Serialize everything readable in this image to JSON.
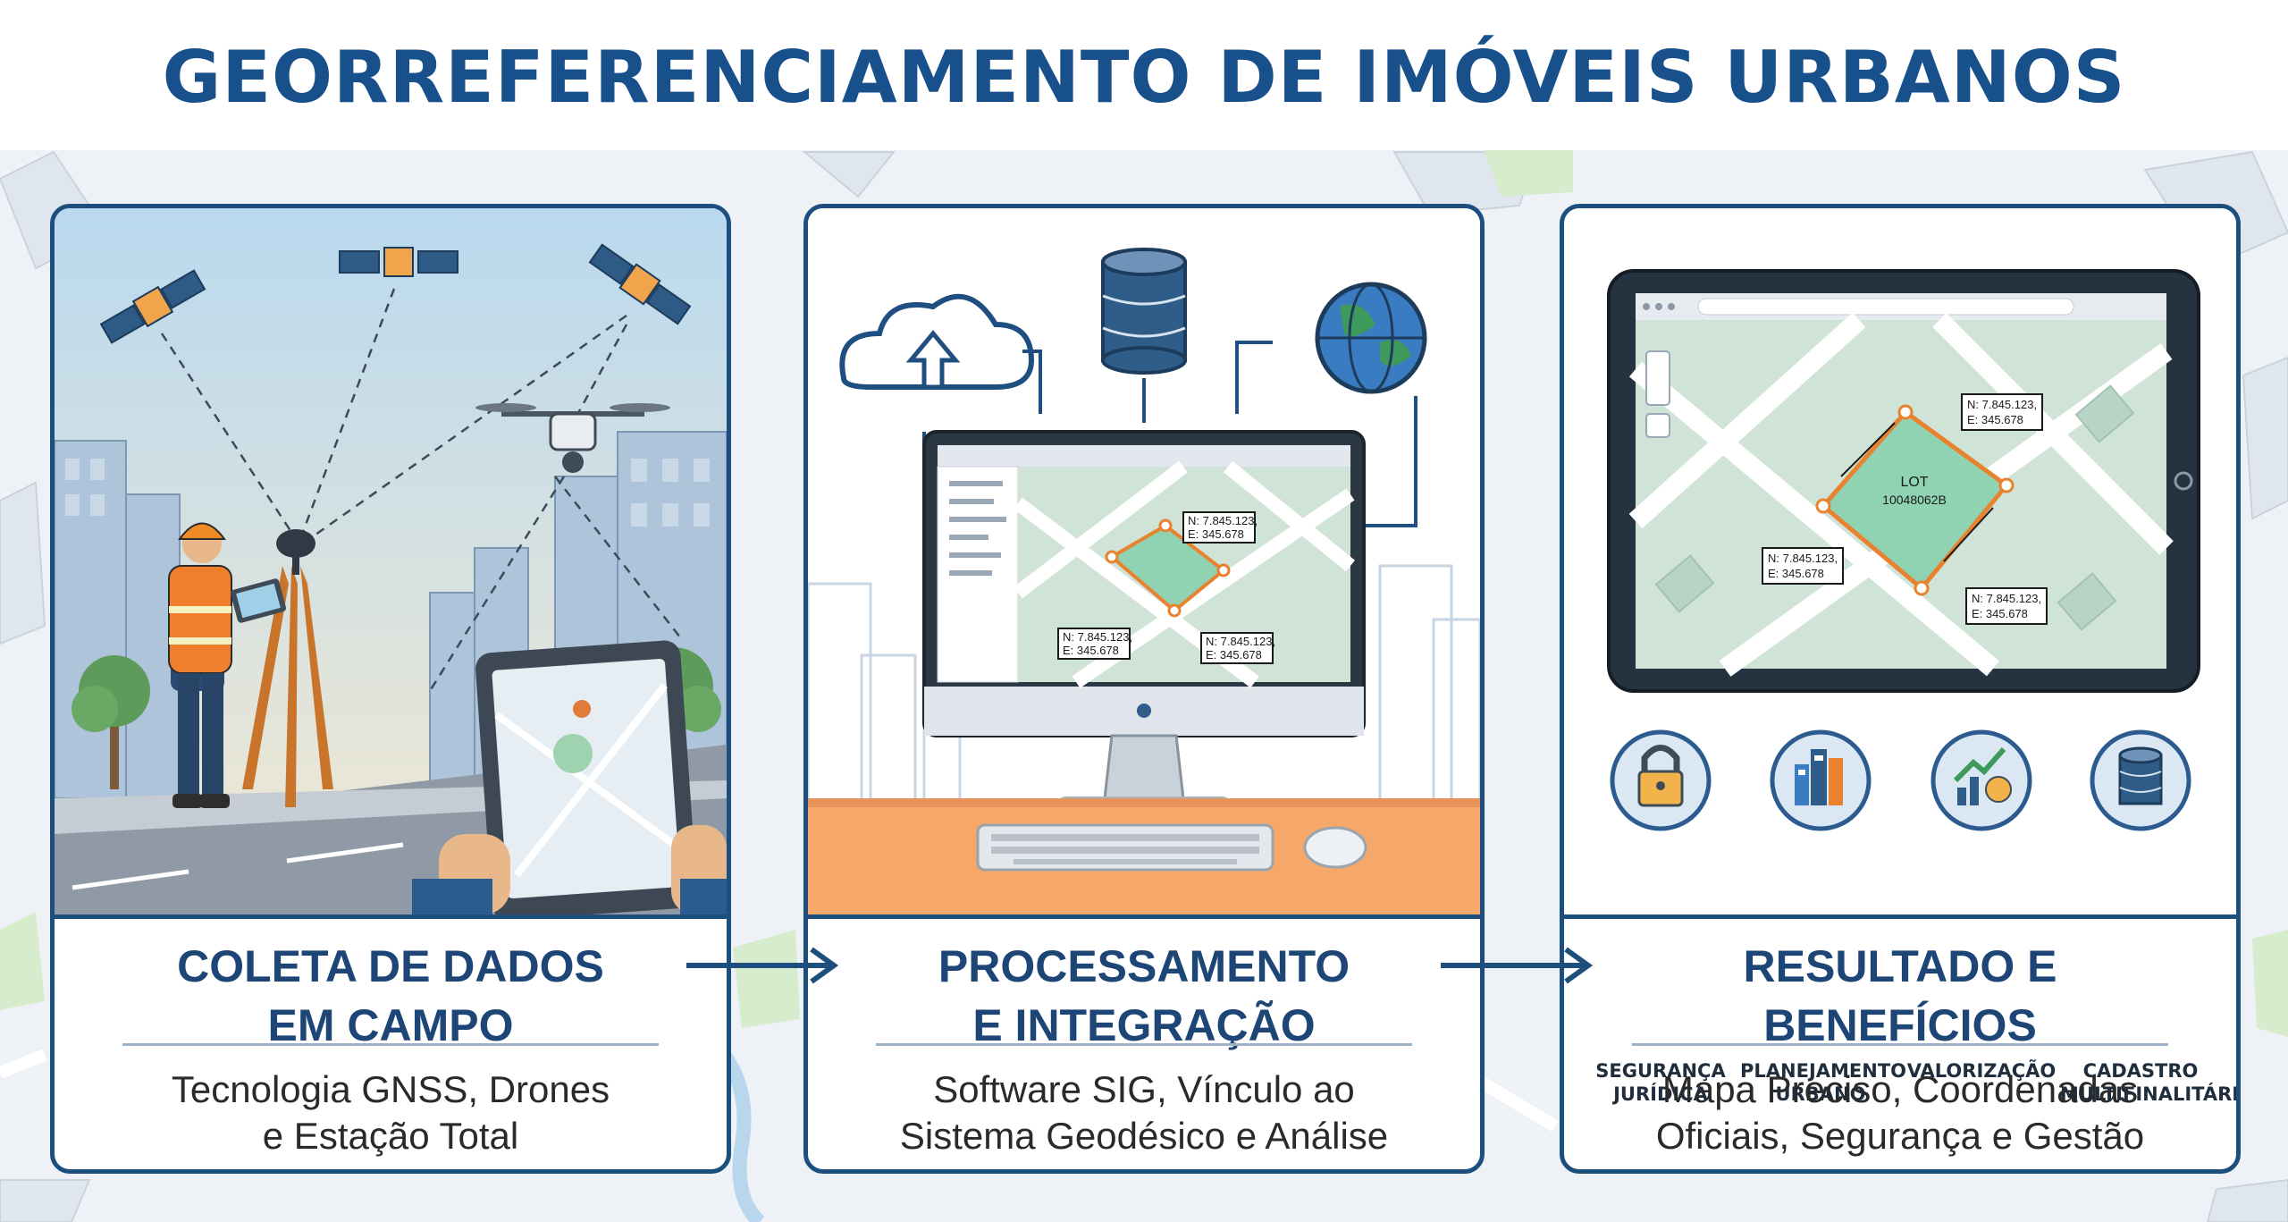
{
  "title": "GEORREFERENCIAMENTO DE IMÓVEIS URBANOS",
  "panels": [
    {
      "title_lines": [
        "COLETA DE DADOS",
        "EM CAMPO"
      ],
      "description_lines": [
        "Tecnologia GNSS, Drones",
        "e Estação Total"
      ]
    },
    {
      "title_lines": [
        "PROCESSAMENTO",
        "E INTEGRAÇÃO"
      ],
      "description_lines": [
        "Software SIG, Vínculo ao",
        "Sistema Geodésico e Análise"
      ]
    },
    {
      "title_lines": [
        "RESULTADO E",
        "BENEFÍCIOS"
      ],
      "description_lines": [
        "Mapa Preciso, Coordenadas",
        "Oficiais, Segurança e Gestão"
      ]
    }
  ],
  "coords": {
    "n": "N: 7.845.123,",
    "e": "E: 345.678",
    "lot_label": "LOT",
    "lot_id": "10048062B"
  },
  "benefits": [
    {
      "icon": "padlock-icon",
      "lines": [
        "SEGURANÇA",
        "JURÍDICA"
      ]
    },
    {
      "icon": "buildings-icon",
      "lines": [
        "PLANEJAMENTO",
        "URBANO"
      ]
    },
    {
      "icon": "growth-chart-icon",
      "lines": [
        "VALORIZAÇÃO"
      ]
    },
    {
      "icon": "database-icon",
      "lines": [
        "CADASTRO",
        "MULTIFINALITÁRIO"
      ]
    }
  ],
  "colors": {
    "title_blue": "#17508a",
    "panel_border": "#1d4f7e",
    "parcel_orange": "#e8822f",
    "parcel_fill": "#8fd3b3",
    "desk_orange": "#f5a86a"
  }
}
